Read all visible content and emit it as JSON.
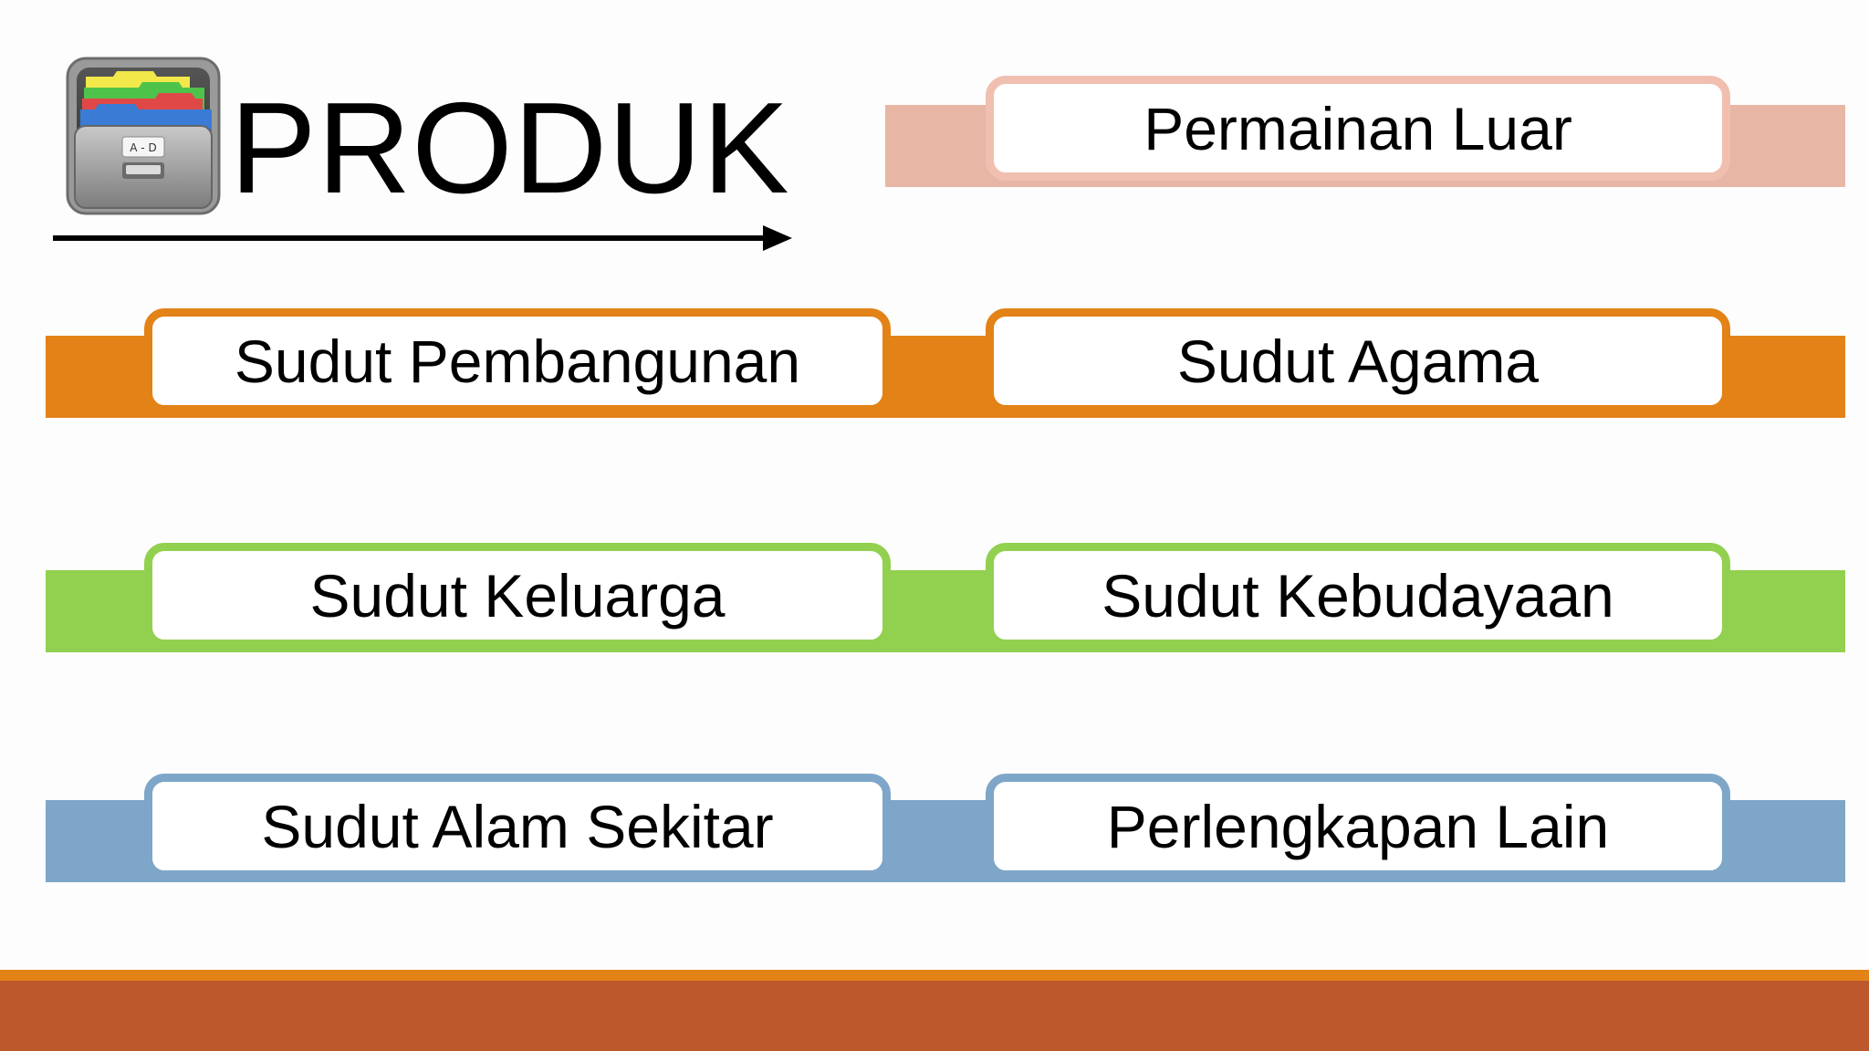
{
  "header": {
    "title": "PRODUK",
    "icon": "card-file-cabinet-icon",
    "icon_label": "A - D"
  },
  "categories": {
    "row1_right": "Permainan Luar",
    "row2_left": "Sudut Pembangunan",
    "row2_right": "Sudut Agama",
    "row3_left": "Sudut Keluarga",
    "row3_right": "Sudut Kebudayaan",
    "row4_left": "Sudut Alam Sekitar",
    "row4_right": "Perlengkapan Lain"
  },
  "colors": {
    "peach": "#e8b6a4",
    "orange": "#e28217",
    "green": "#92d050",
    "blue": "#7ea6c8",
    "footer": "#bc582c"
  }
}
